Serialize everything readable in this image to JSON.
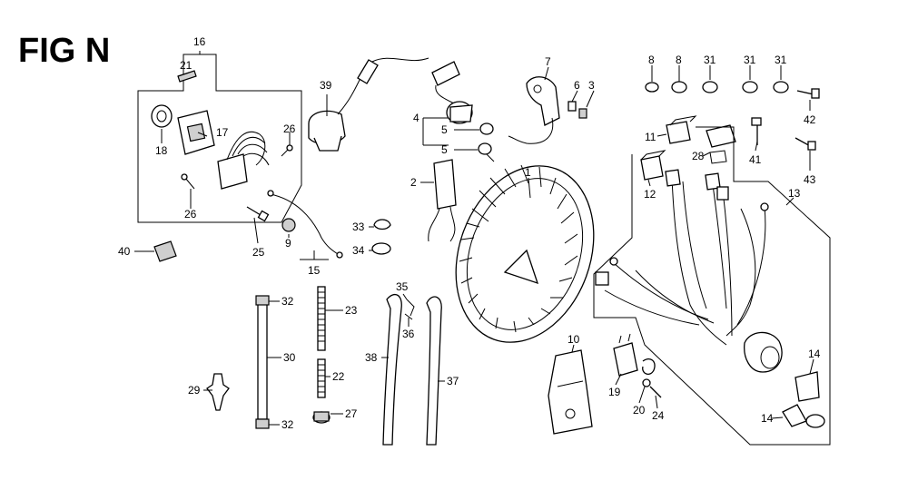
{
  "figure": {
    "title": "FIG N"
  },
  "callouts": [
    "1",
    "2",
    "3",
    "4",
    "5",
    "5",
    "6",
    "7",
    "8",
    "8",
    "9",
    "10",
    "11",
    "12",
    "13",
    "14",
    "14",
    "15",
    "16",
    "17",
    "18",
    "19",
    "20",
    "21",
    "22",
    "23",
    "24",
    "25",
    "26",
    "26",
    "27",
    "28",
    "29",
    "30",
    "31",
    "31",
    "31",
    "32",
    "32",
    "33",
    "34",
    "35",
    "36",
    "37",
    "38",
    "39",
    "40",
    "41",
    "42",
    "43"
  ]
}
